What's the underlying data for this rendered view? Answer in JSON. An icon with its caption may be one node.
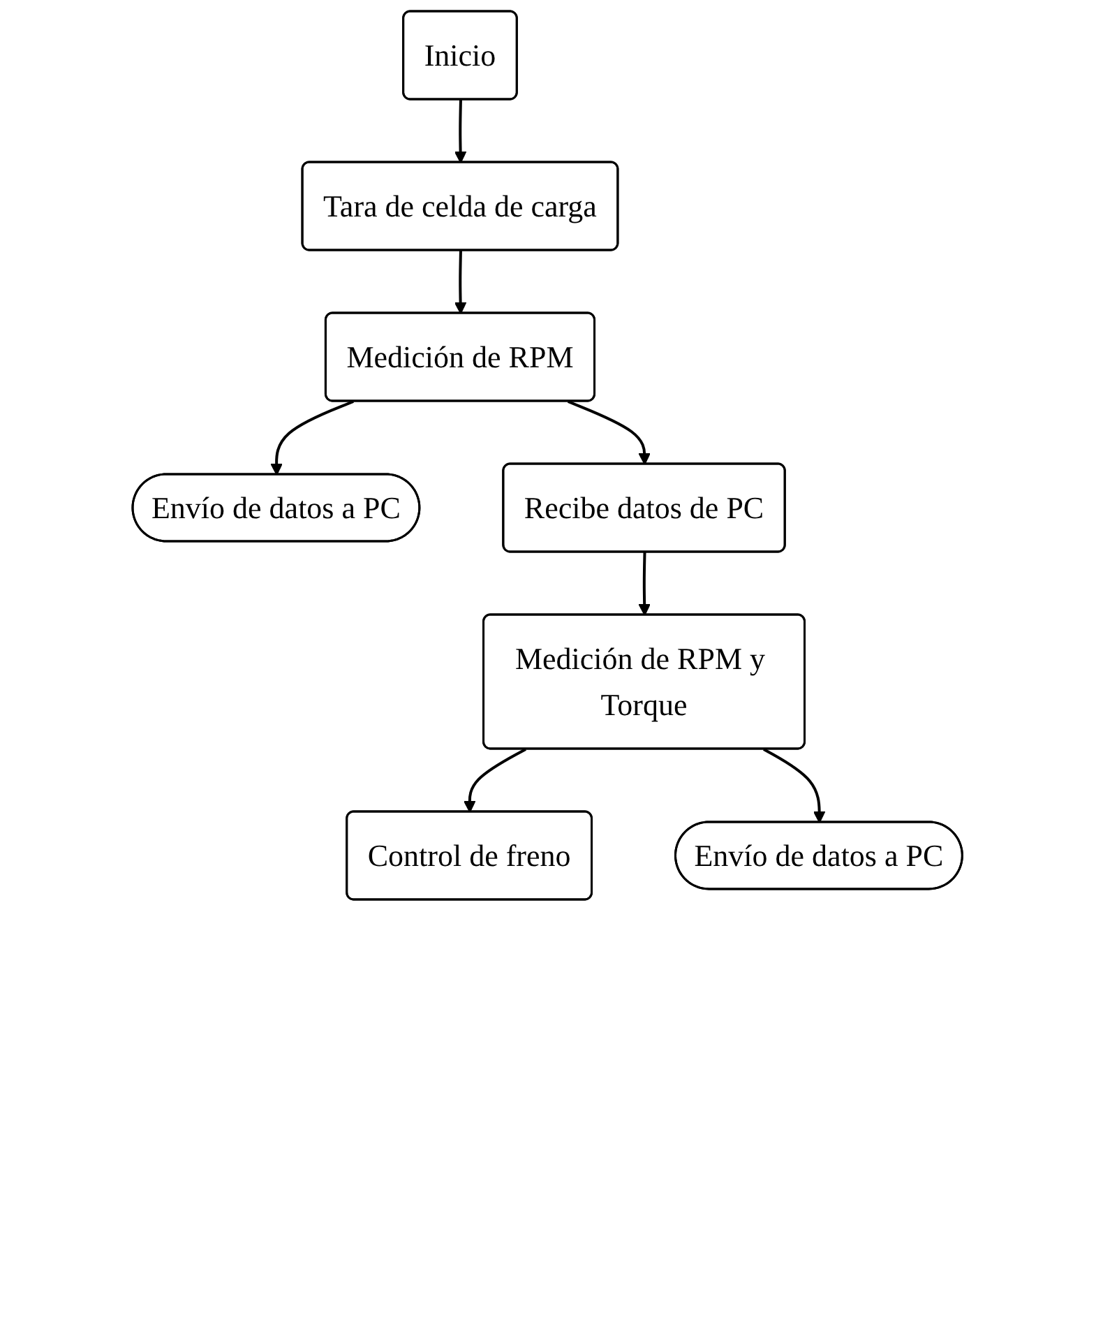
{
  "diagram": {
    "nodes": [
      {
        "text": [
          "Inicio"
        ]
      },
      {
        "text": [
          "Tara de celda de carga"
        ]
      },
      {
        "text": [
          "Medición de RPM"
        ]
      },
      {
        "text": [
          "Envío de datos a PC"
        ]
      },
      {
        "text": [
          "Recibe datos de PC"
        ]
      },
      {
        "text": [
          "Medición de RPM y Torque"
        ]
      },
      {
        "text": [
          "Control de freno"
        ]
      },
      {
        "text": [
          "Envío de datos a PC"
        ]
      }
    ],
    "edges": [
      {
        "from": 0,
        "to": 1,
        "arrow": "to"
      },
      {
        "from": 1,
        "to": 2,
        "arrow": "to"
      },
      {
        "from": 2,
        "to": 3,
        "arrow": "to"
      },
      {
        "from": 2,
        "to": 4,
        "arrow": "to"
      },
      {
        "from": 4,
        "to": 5,
        "arrow": "to"
      },
      {
        "from": 5,
        "to": 6,
        "arrow": "to"
      },
      {
        "from": 5,
        "to": 7,
        "arrow": "to"
      }
    ]
  }
}
